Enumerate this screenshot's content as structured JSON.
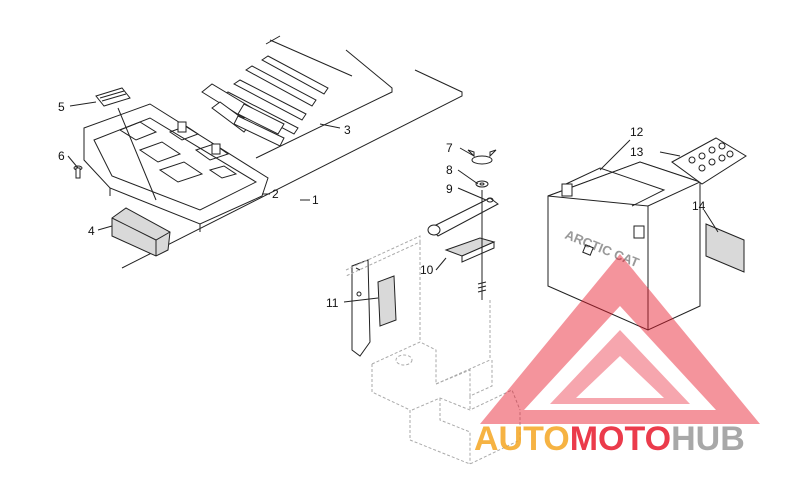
{
  "callouts": {
    "c1": "1",
    "c2": "2",
    "c3": "3",
    "c4": "4",
    "c5": "5",
    "c6": "6",
    "c7": "7",
    "c8": "8",
    "c9": "9",
    "c10": "10",
    "c11": "11",
    "c12": "12",
    "c13": "13",
    "c14": "14"
  },
  "battery": {
    "brand": "ARCTIC CAT"
  },
  "watermark": {
    "part1": "AUTO",
    "part2": "MOTO",
    "part3": "HUB"
  },
  "colors": {
    "watermark_orange": "#f5a623",
    "watermark_red": "#e8192c",
    "watermark_gray": "#9a9a9a"
  }
}
